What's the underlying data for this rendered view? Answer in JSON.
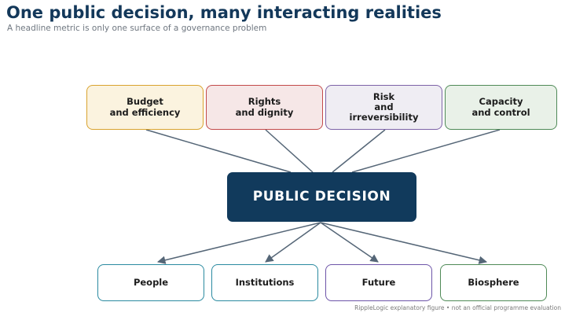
{
  "header": {
    "title": "One public decision, many interacting realities",
    "subtitle": "A headline metric is only one surface of a governance problem"
  },
  "diagram": {
    "center": {
      "label": "PUBLIC DECISION",
      "fill": "#113a5c"
    },
    "inputs": [
      {
        "label": "Budget\nand efficiency",
        "color": "#d9a32e"
      },
      {
        "label": "Rights\nand dignity",
        "color": "#c24a4a"
      },
      {
        "label": "Risk\nand\nirreversibility",
        "color": "#7d63a7"
      },
      {
        "label": "Capacity\nand control",
        "color": "#4f8a57"
      }
    ],
    "outputs": [
      {
        "label": "People",
        "color": "#2a8aa0"
      },
      {
        "label": "Institutions",
        "color": "#2a8aa0"
      },
      {
        "label": "Future",
        "color": "#6d54a8"
      },
      {
        "label": "Biosphere",
        "color": "#4f8a57"
      }
    ],
    "connector_color": "#556677"
  },
  "footer": {
    "note": "RippleLogic explanatory figure • not an official programme evaluation"
  }
}
